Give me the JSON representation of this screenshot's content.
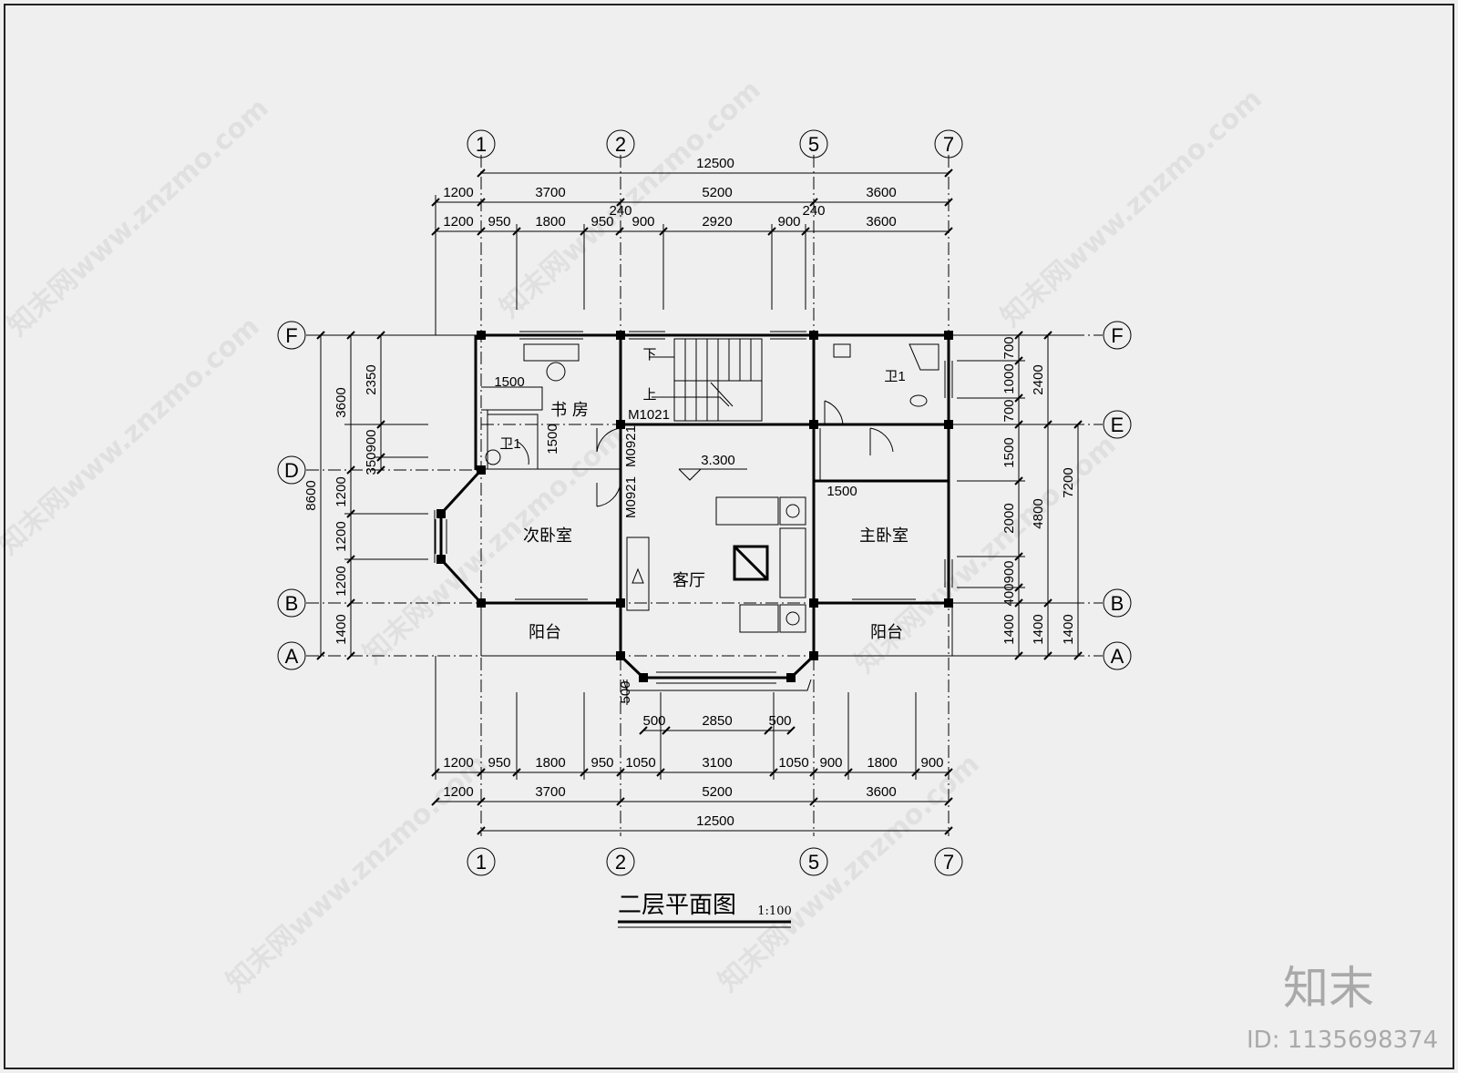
{
  "title": "二层平面图",
  "scale": "1:100",
  "elevation": "3.300",
  "rooms": {
    "study": "书 房",
    "second_bedroom": "次卧室",
    "living_room": "客厅",
    "master_bedroom": "主卧室",
    "balcony_left": "阳台",
    "balcony_right": "阳台",
    "bath_left": "卫1",
    "bath_right": "卫1"
  },
  "stair": {
    "down": "下",
    "up": "上"
  },
  "door_labels": [
    "M1021",
    "M0921",
    "M0921"
  ],
  "interior_dims": {
    "study_width": "1500",
    "study_depth": "1500",
    "master_closet": "1500"
  },
  "grid_bubbles": {
    "top": [
      "1",
      "2",
      "5",
      "7"
    ],
    "bottom": [
      "1",
      "2",
      "5",
      "7"
    ],
    "left": [
      "F",
      "D",
      "B",
      "A"
    ],
    "right": [
      "F",
      "E",
      "B",
      "A"
    ]
  },
  "top_dims": {
    "total": "12500",
    "row1": [
      "1200",
      "3700",
      "5200",
      "3600"
    ],
    "row2": [
      "1200",
      "950",
      "1800",
      "950",
      "900",
      "2920",
      "900",
      "3600"
    ],
    "wall_a": "240",
    "wall_b": "240"
  },
  "bottom_dims": {
    "bay": [
      "500",
      "2850",
      "500"
    ],
    "bay_depth": "500",
    "row1": [
      "1200",
      "950",
      "1800",
      "950",
      "1050",
      "3100",
      "1050",
      "900",
      "1800",
      "900"
    ],
    "row2": [
      "1200",
      "3700",
      "5200",
      "3600"
    ],
    "total": "12500"
  },
  "left_dims": {
    "total": "8600",
    "row1": [
      "3600",
      "1200",
      "1200",
      "1200",
      "1400"
    ],
    "row2": [
      "2350",
      "900",
      "350"
    ]
  },
  "right_dims": {
    "total": "7200",
    "row1": [
      "2400",
      "4800",
      "1400"
    ],
    "row2": [
      "700",
      "1000",
      "700",
      "1500",
      "2000",
      "900",
      "400",
      "1400"
    ]
  },
  "watermarks": [
    "知末网www.znzmo.com",
    "知末网www.znzmo.com",
    "知末网www.znzmo.com",
    "知末网www.znzmo.com",
    "知末网www.znzmo.com",
    "知末网www.znzmo.com",
    "知末网www.znzmo.com",
    "知末网www.znzmo.com"
  ],
  "brand": "知末",
  "id_label": "ID: 1135698374"
}
